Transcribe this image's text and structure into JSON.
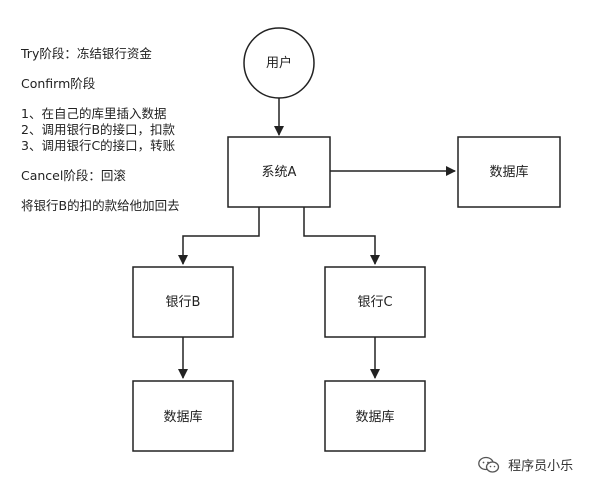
{
  "notes": {
    "try_phase": "Try阶段：冻结银行资金",
    "confirm_phase": "Confirm阶段",
    "confirm_steps": [
      "1、在自己的库里插入数据",
      "2、调用银行B的接口，扣款",
      "3、调用银行C的接口，转账"
    ],
    "cancel_phase": "Cancel阶段：回滚",
    "cancel_detail": "将银行B的扣的款给他加回去"
  },
  "nodes": {
    "user": "用户",
    "system_a": "系统A",
    "db_system": "数据库",
    "bank_b": "银行B",
    "bank_c": "银行C",
    "db_bank_b": "数据库",
    "db_bank_c": "数据库"
  },
  "watermark": {
    "text": "程序员小乐",
    "icon": "wechat-icon"
  },
  "colors": {
    "stroke": "#222222",
    "text": "#222222",
    "background": "#ffffff"
  }
}
